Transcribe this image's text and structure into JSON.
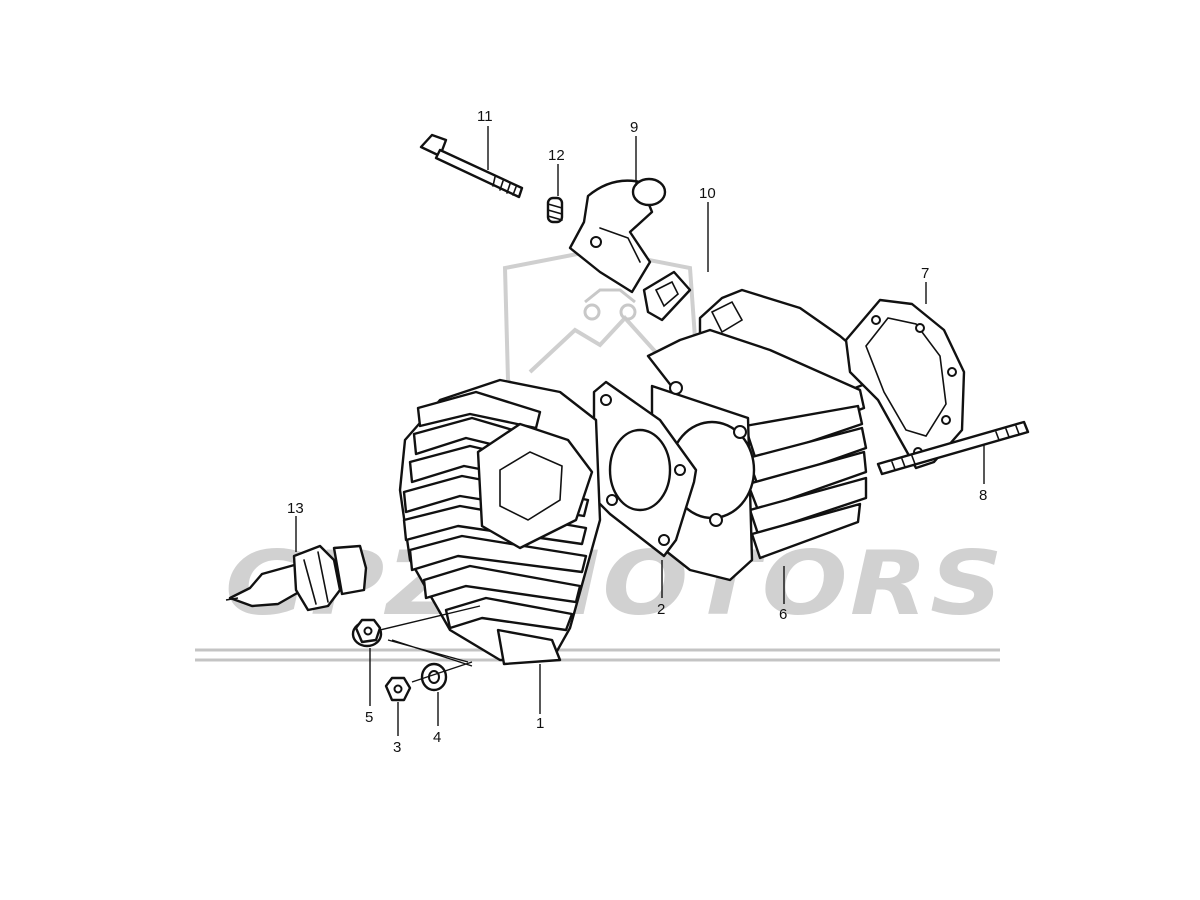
{
  "watermark": {
    "text": "GPZ MOTORS",
    "color": "#c9c9c9"
  },
  "callouts": [
    {
      "id": "1",
      "label": "1"
    },
    {
      "id": "2",
      "label": "2"
    },
    {
      "id": "3",
      "label": "3"
    },
    {
      "id": "4",
      "label": "4"
    },
    {
      "id": "5",
      "label": "5"
    },
    {
      "id": "6",
      "label": "6"
    },
    {
      "id": "7",
      "label": "7"
    },
    {
      "id": "8",
      "label": "8"
    },
    {
      "id": "9",
      "label": "9"
    },
    {
      "id": "10",
      "label": "10"
    },
    {
      "id": "11",
      "label": "11"
    },
    {
      "id": "12",
      "label": "12"
    },
    {
      "id": "13",
      "label": "13"
    }
  ]
}
